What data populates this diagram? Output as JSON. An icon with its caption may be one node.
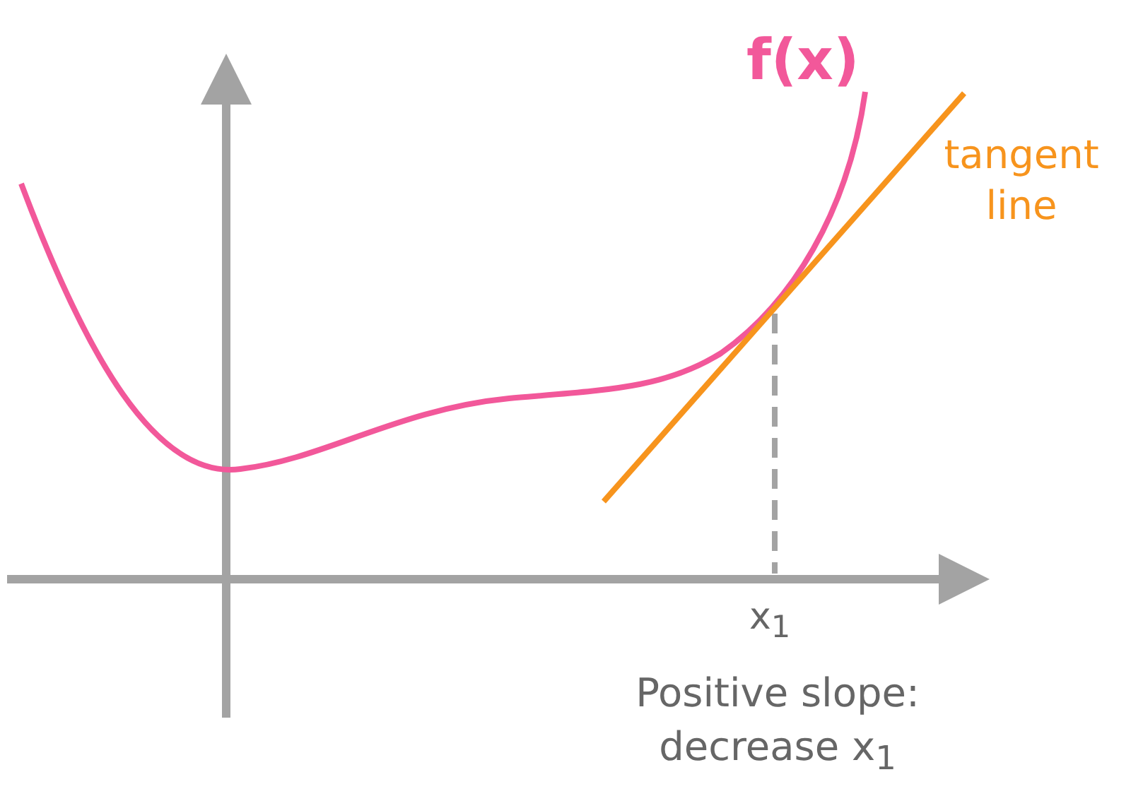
{
  "diagram": {
    "labels": [
      "f(x)",
      "tangent line",
      "x$_{1}$",
      "Positive slope: decrease x$_{1}$"
    ]
  }
}
